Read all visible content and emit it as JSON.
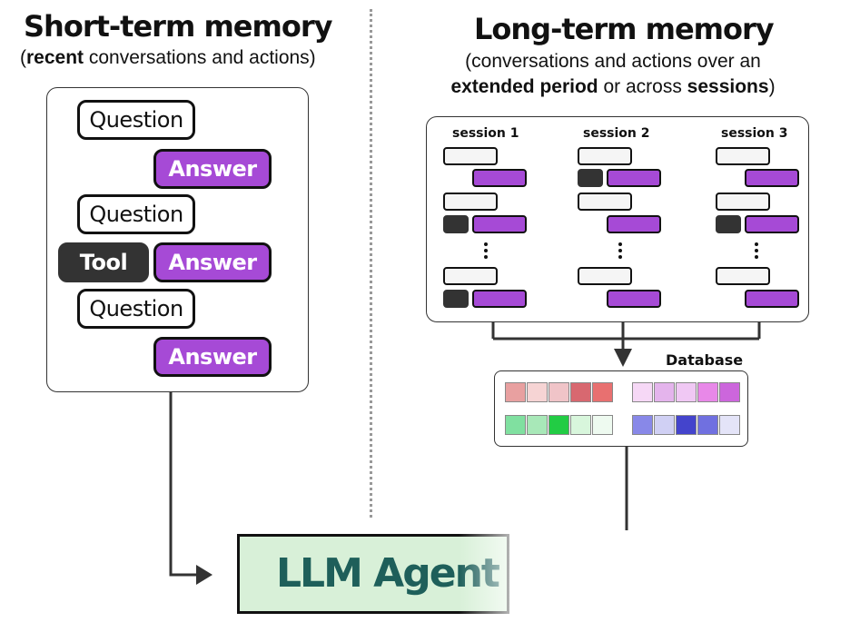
{
  "short_term": {
    "title": "Short-term memory",
    "subtitle_open": "(",
    "subtitle_bold": "recent",
    "subtitle_rest": " conversations and actions)",
    "question_label": "Question",
    "answer_label": "Answer",
    "tool_label": "Tool"
  },
  "long_term": {
    "title": "Long-term memory",
    "subtitle_line1": "(conversations and actions over an",
    "subtitle_bold1": "extended period",
    "subtitle_mid": " or across ",
    "subtitle_bold2": "sessions",
    "subtitle_close": ")",
    "sessions": [
      "session 1",
      "session 2",
      "session 3"
    ]
  },
  "database": {
    "label": "Database",
    "palettes": [
      [
        "#e8a0a0",
        "#f6d4d4",
        "#f0c4c8",
        "#d86870",
        "#e87070"
      ],
      [
        "#f6d8f6",
        "#e4b4ec",
        "#f0c8f4",
        "#e888e8",
        "#cc66dc"
      ],
      [
        "#80e0a0",
        "#a8e8b8",
        "#22cc44",
        "#d8f6dc",
        "#eefaf0"
      ],
      [
        "#8888e8",
        "#d0d0f4",
        "#4444cc",
        "#7070e0",
        "#e4e4f8"
      ]
    ]
  },
  "agent": {
    "label": "LLM Agent"
  },
  "colors": {
    "answer": "#a64ad6",
    "tool": "#333333",
    "agent_bg": "#d8f0d8",
    "agent_text": "#1e5f5a"
  }
}
